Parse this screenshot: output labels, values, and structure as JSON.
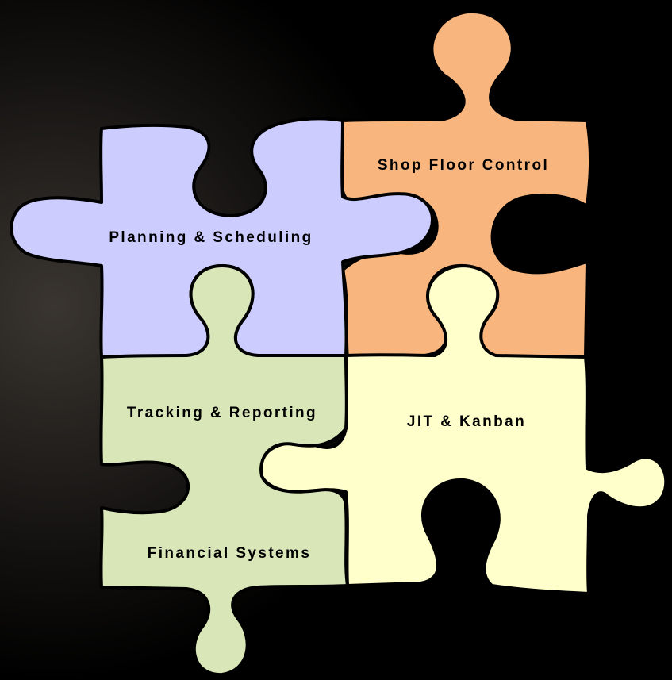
{
  "diagram": {
    "background_color": "#000000",
    "pieces": [
      {
        "id": "shop_floor",
        "label": "Shop Floor Control",
        "color": "#F8B67E"
      },
      {
        "id": "planning",
        "label": "Planning & Scheduling",
        "color": "#CCCCFF"
      },
      {
        "id": "jit",
        "label": "JIT & Kanban",
        "color": "#FFFFCC"
      },
      {
        "id": "tracking",
        "label": "Tracking & Reporting",
        "color": "#D9E6B8"
      },
      {
        "id": "financial",
        "label": "Financial Systems",
        "color": "#D9E6B8"
      }
    ]
  }
}
